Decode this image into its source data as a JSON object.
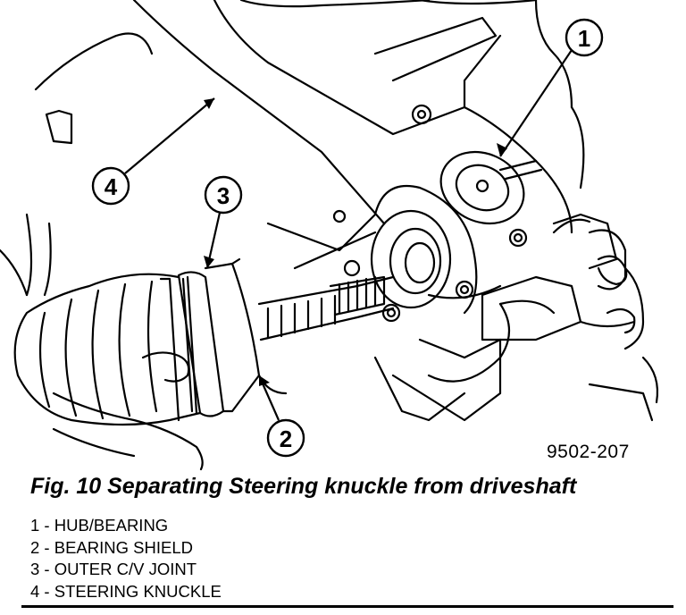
{
  "figure": {
    "code": "9502-207",
    "caption": "Fig. 10 Separating Steering knuckle from driveshaft",
    "callouts": [
      "1",
      "2",
      "3",
      "4"
    ],
    "legend": [
      "1 - HUB/BEARING",
      "2 - BEARING SHIELD",
      "3 - OUTER C/V JOINT",
      "4 - STEERING KNUCKLE"
    ]
  }
}
